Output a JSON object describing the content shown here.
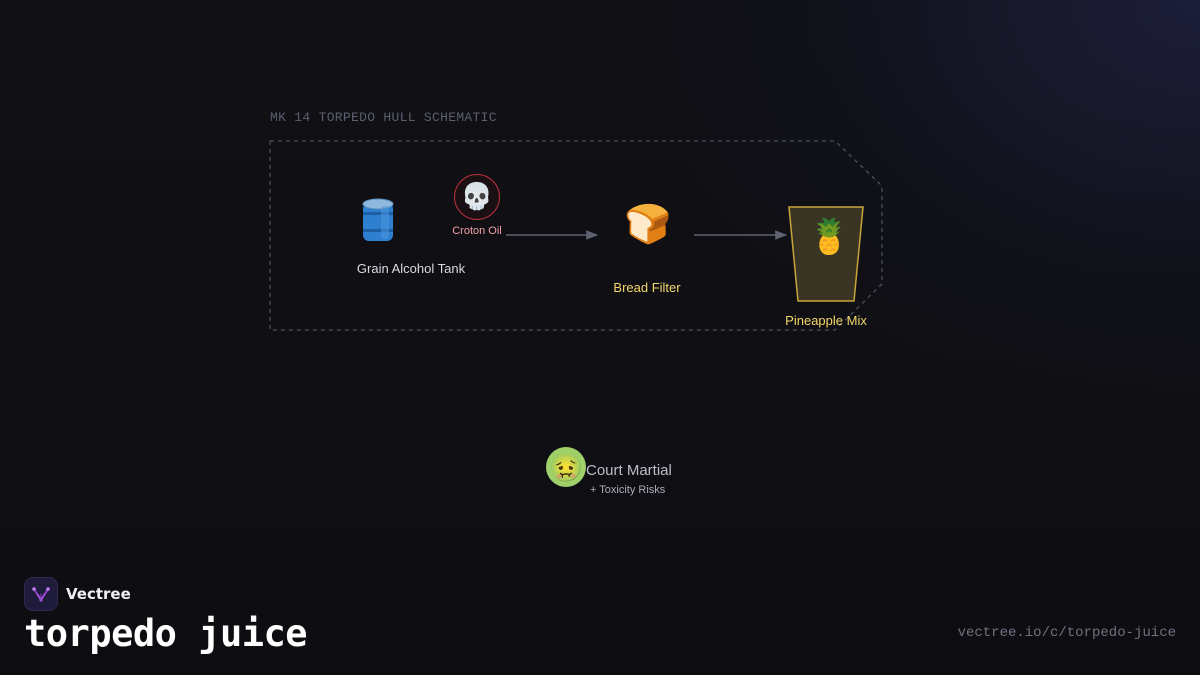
{
  "schematic": {
    "title": "MK 14 TORPEDO HULL SCHEMATIC"
  },
  "nodes": {
    "grain_tank": {
      "icon": "oil-barrel-icon",
      "label": "Grain Alcohol Tank"
    },
    "croton_oil": {
      "icon": "skull-icon",
      "label": "Croton Oil"
    },
    "bread_filter": {
      "icon": "bread-icon",
      "label": "Bread Filter"
    },
    "pineapple_mix": {
      "icon": "pineapple-icon",
      "label": "Pineapple Mix"
    }
  },
  "outcome": {
    "icon": "nauseated-face-icon",
    "title": "Court Martial",
    "subtitle": "+ Toxicity Risks"
  },
  "footer": {
    "brand": "Vectree",
    "title": "torpedo juice",
    "url": "vectree.io/c/torpedo-juice"
  },
  "colors": {
    "background": "#0e0e12",
    "dashed_outline": "#4a4f60",
    "arrow": "#5c6270",
    "highlight_label": "#f4d86a",
    "warning_ring": "#b8303a",
    "cup_outline": "#c9a53a",
    "cup_fill": "#3a3424"
  }
}
